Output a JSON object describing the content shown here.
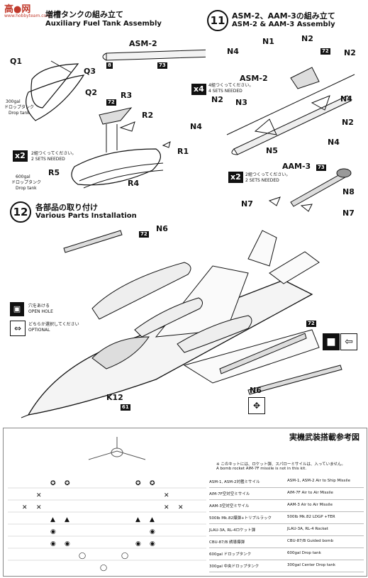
{
  "watermark": {
    "brand": "高●网",
    "url": "www.hobbyteam.com"
  },
  "step10": {
    "title_jp": "増槽タンクの組み立て",
    "title_en": "Auxiliary Fuel Tank Assembly"
  },
  "step11": {
    "num": "11",
    "title_jp": "ASM-2、AAM-3の組み立て",
    "title_en": "ASM-2 & AAM-3 Assembly"
  },
  "step12": {
    "num": "12",
    "title_jp": "各部品の取り付け",
    "title_en": "Various Parts Installation"
  },
  "labels": {
    "q1": "Q1",
    "q2": "Q2",
    "q3": "Q3",
    "r1": "R1",
    "r2": "R2",
    "r3": "R3",
    "r4": "R4",
    "r5": "R5",
    "asm2_top": "ASM-2",
    "asm2_mid": "ASM-2",
    "aam3": "AAM-3",
    "n1": "N1",
    "n2a": "N2",
    "n2b": "N2",
    "n2c": "N2",
    "n2d": "N2",
    "n3": "N3",
    "n4a": "N4",
    "n4b": "N4",
    "n4c": "N4",
    "n4d": "N4",
    "n5": "N5",
    "n6a": "N6",
    "n6b": "N6",
    "n7a": "N7",
    "n7b": "N7",
    "n8": "N8",
    "k12": "K12"
  },
  "tags": {
    "t8": "8",
    "t73a": "73",
    "t72a": "72",
    "t72b": "72",
    "t72c": "72",
    "t73b": "73",
    "t72d": "72",
    "t61": "61"
  },
  "tank300": {
    "title": "300gal",
    "sub": "ドロップタンク",
    "en": "Drop tank"
  },
  "tank600": {
    "title": "600gal",
    "sub": "ドロップタンク",
    "en": "Drop tank"
  },
  "qty": [
    {
      "count": "x2",
      "jp": "2組つくってください。",
      "en": "2 SETS NEEDED"
    },
    {
      "count": "x4",
      "jp": "4組つくってください。",
      "en": "4 SETS NEEDED"
    },
    {
      "count": "x2",
      "jp": "2組つくってください。",
      "en": "2 SETS NEEDED"
    }
  ],
  "legend": {
    "open_hole_jp": "穴をあける",
    "open_hole_en": "OPEN HOLE",
    "optional_jp": "どちらか選択してください",
    "optional_en": "OPTIONAL"
  },
  "reference": {
    "title": "実機武装搭載参考図",
    "note1": "※ このキットには、ロケット弾、スパローミサイルは、入っていません。",
    "note2": "A bomb rocket AIM-7F missile is not in this kit.",
    "rows": [
      {
        "jp": "ASM-1, ASM-2対艦ミサイル",
        "en": "ASM-1, ASM-2 Air to Ship Missile"
      },
      {
        "jp": "AIM-7F空対空ミサイル",
        "en": "AIM-7F Air to Air Missile"
      },
      {
        "jp": "AAM-3空対空ミサイル",
        "en": "AAM-3 Air to Air Missile"
      },
      {
        "jp": "500lb Mk.82爆弾+トリプルラック",
        "en": "500lb Mk.82 LDGP +TER"
      },
      {
        "jp": "JLAU-3A, RL-4ロケット弾",
        "en": "JLAU-3A, RL-4 Rocket"
      },
      {
        "jp": "CBU-87/B 誘導爆弾",
        "en": "CBU-87/B Guided bomb"
      },
      {
        "jp": "600gal ドロップタンク",
        "en": "600gal Drop tank"
      },
      {
        "jp": "300gal 中央ドロップタンク",
        "en": "300gal Center Drop tank"
      }
    ]
  }
}
